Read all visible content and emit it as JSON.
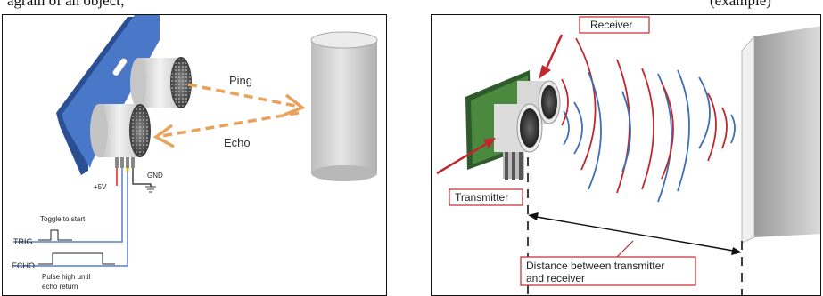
{
  "caption": {
    "left_fragment": "agram of an object;",
    "right_fragment": "(example)"
  },
  "left_panel": {
    "ping_label": "Ping",
    "echo_label": "Echo",
    "gnd_label": "GND",
    "vcc_label": "+5V",
    "toggle_label": "Toggle to start",
    "trig_label": "TRIG",
    "echo_pin_label": "ECHO",
    "pulse_line1": "Pulse high until",
    "pulse_line2": "echo return"
  },
  "right_panel": {
    "receiver_label": "Receiver",
    "transmitter_label": "Transmitter",
    "distance_line1": "Distance between transmitter",
    "distance_line2": "and receiver"
  },
  "colors": {
    "board_blue": "#4a78c8",
    "arrow_orange": "#e8a25a",
    "wave_red": "#c0282d",
    "wave_blue": "#3f6fb5",
    "cylinder_gray": "#cfcfcf"
  }
}
